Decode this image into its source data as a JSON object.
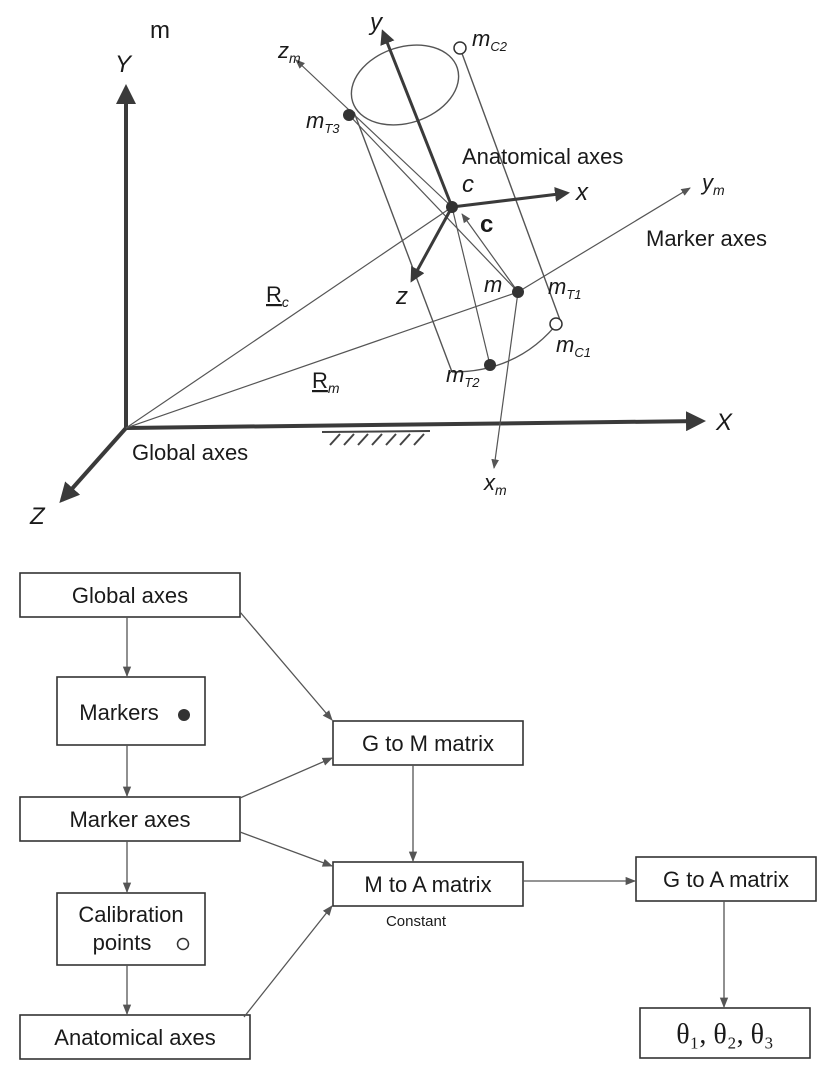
{
  "scene": {
    "top_left_label": "m",
    "global": {
      "y": "Y",
      "x": "X",
      "z": "Z",
      "caption": "Global axes"
    },
    "anatomical": {
      "caption": "Anatomical axes",
      "y": "y",
      "x": "x",
      "z": "z",
      "zm": "z",
      "zm_sub": "m",
      "origin": "c",
      "vector_c": "c"
    },
    "marker": {
      "caption": "Marker axes",
      "ym": "y",
      "ym_sub": "m",
      "xm": "x",
      "xm_sub": "m",
      "origin": "m"
    },
    "points": {
      "mC2": {
        "base": "m",
        "sub": "C2"
      },
      "mT3": {
        "base": "m",
        "sub": "T3"
      },
      "mT1": {
        "base": "m",
        "sub": "T1"
      },
      "mC1": {
        "base": "m",
        "sub": "C1"
      },
      "mT2": {
        "base": "m",
        "sub": "T2"
      }
    },
    "vectors": {
      "Rc": {
        "base": "R",
        "sub": "c"
      },
      "Rm": {
        "base": "R",
        "sub": "m"
      }
    }
  },
  "flowchart": {
    "global_axes": "Global axes",
    "markers": "Markers",
    "marker_axes": "Marker axes",
    "calibration_line1": "Calibration",
    "calibration_line2": "points",
    "anatomical_axes": "Anatomical axes",
    "g_to_m": "G to M matrix",
    "m_to_a": "M to A matrix",
    "constant": "Constant",
    "g_to_a": "G to A matrix",
    "output": "θ₁, θ₂, θ₃"
  }
}
